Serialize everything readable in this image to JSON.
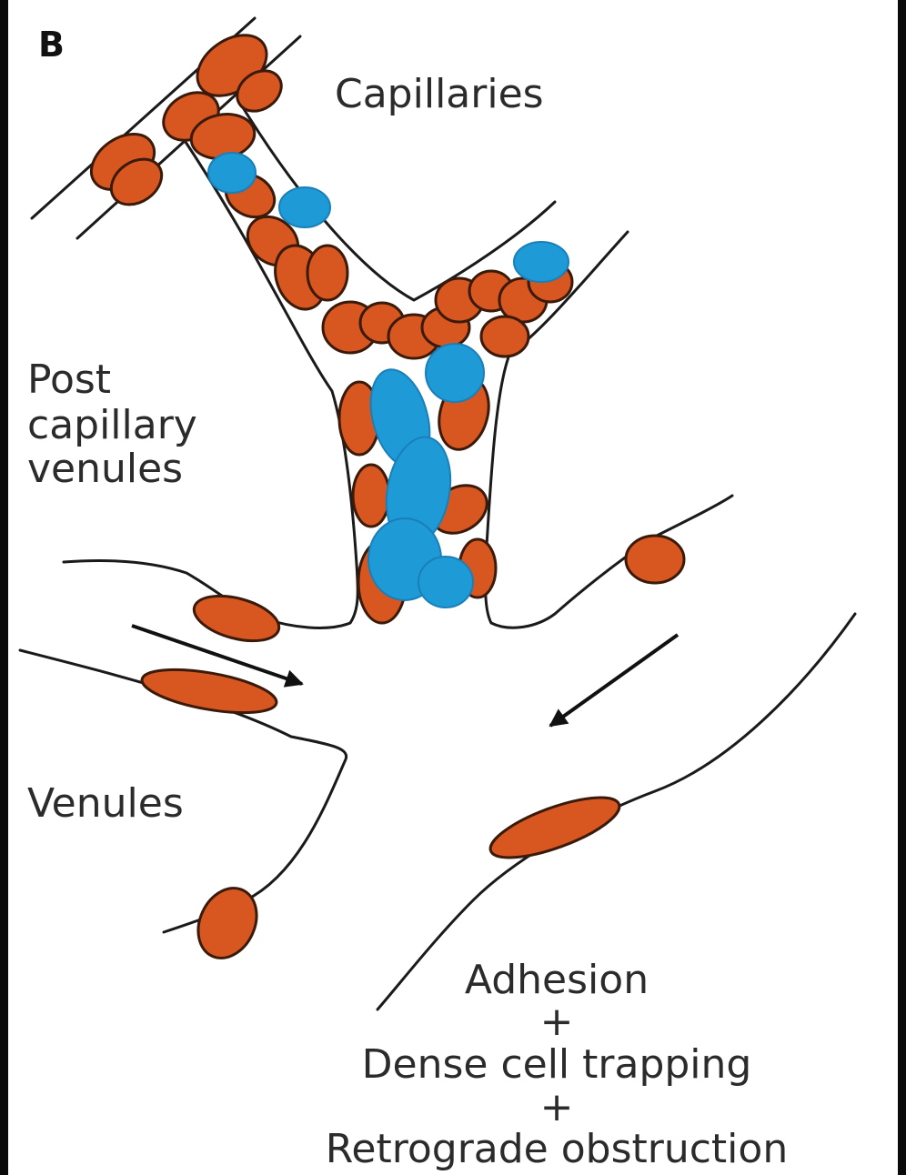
{
  "panel_letter": "B",
  "labels": {
    "capillaries": "Capillaries",
    "post_capillary_line1": "Post",
    "post_capillary_line2": "capillary",
    "post_capillary_line3": "venules",
    "venules": "Venules"
  },
  "mechanism": {
    "line1": "Adhesion",
    "plus1": "+",
    "line2": "Dense cell trapping",
    "plus2": "+",
    "line3": "Retrograde obstruction"
  },
  "colors": {
    "red_cell": "#d8561f",
    "white_cell": "#1e9ad6",
    "vessel_wall": "#1a1a1a"
  }
}
